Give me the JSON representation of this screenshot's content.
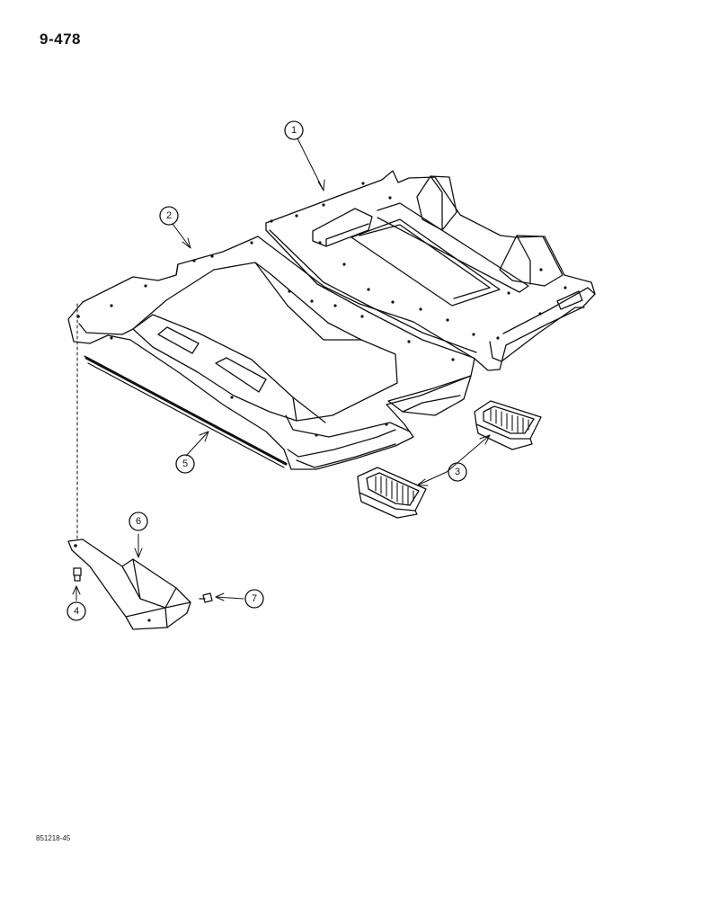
{
  "page_number": "9-478",
  "figure_code": "851218-45",
  "callouts": [
    "1",
    "2",
    "3",
    "4",
    "5",
    "6",
    "7"
  ],
  "colors": {
    "ink": "#111111",
    "paper": "#ffffff"
  }
}
